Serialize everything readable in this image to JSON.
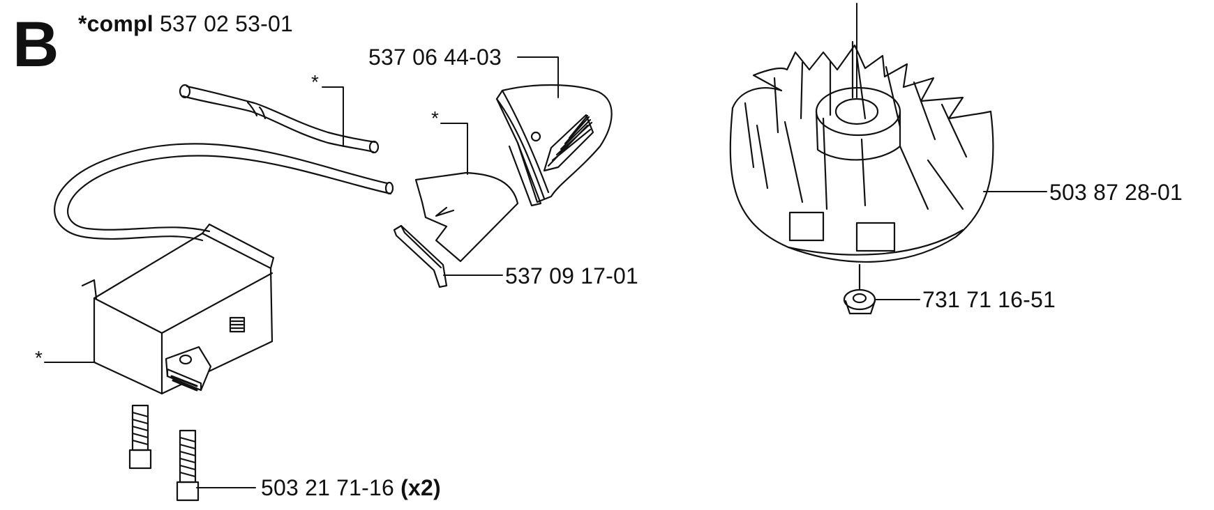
{
  "section_letter": "B",
  "kit": {
    "prefix": "*compl",
    "number": "537 02 53-01"
  },
  "parts": [
    {
      "number": "537 06 44-03"
    },
    {
      "number": "537 09 17-01"
    },
    {
      "number": "503 21 71-16",
      "qty": "(x2)"
    },
    {
      "number": "503 87 28-01"
    },
    {
      "number": "731 71 16-51"
    }
  ],
  "asterisk": "*"
}
